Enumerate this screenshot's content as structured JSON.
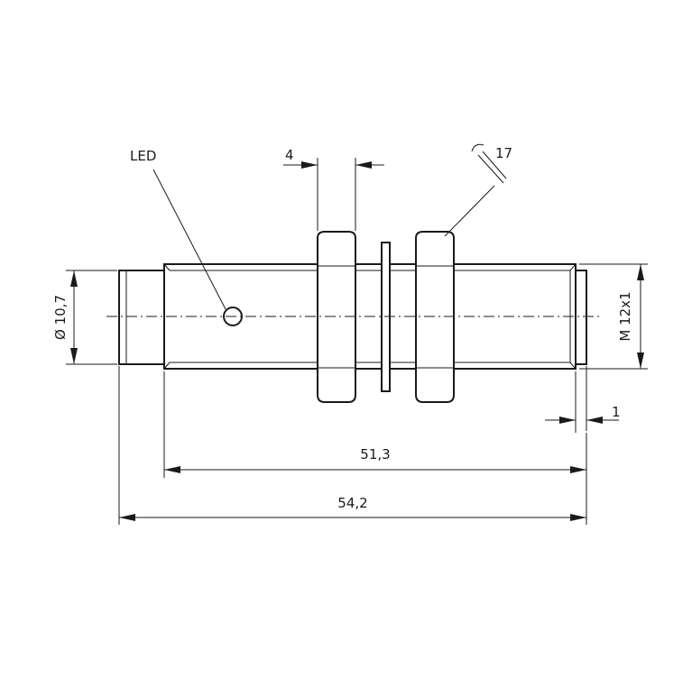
{
  "labels": {
    "led": "LED",
    "diameter": "Ø 10,7",
    "thread": "M 12x1",
    "nut_width": "4",
    "wrench_size": "17",
    "dim_1": "1",
    "length_thread": "51,3",
    "length_total": "54,2"
  },
  "icons": {
    "wrench": "wrench-icon"
  },
  "colors": {
    "line": "#1a1a1a",
    "background": "#ffffff"
  }
}
